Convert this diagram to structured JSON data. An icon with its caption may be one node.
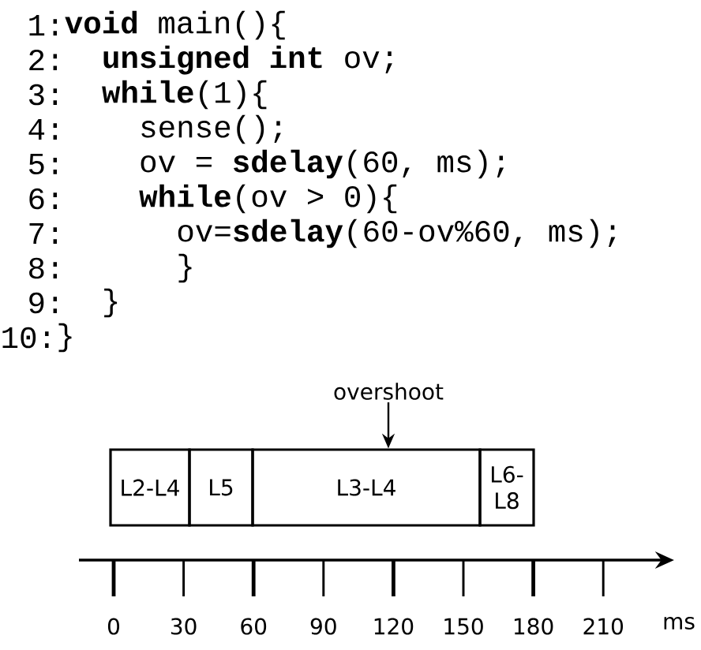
{
  "diagram": {
    "nodes": [
      {
        "text": [
          "L2-L4"
        ]
      },
      {
        "text": [
          "L5"
        ]
      },
      {
        "text": [
          "L3-L4"
        ]
      },
      {
        "text": [
          "L6-L8"
        ]
      },
      {
        "text": [
          "overshoot"
        ]
      }
    ],
    "edges": [
      {
        "from": 4,
        "to": 2,
        "arrow": "to"
      }
    ],
    "labels": [
      "1:",
      "**void** main(){",
      "2:",
      "**unsigned int** ov;",
      "3:",
      "**while**(1){",
      "4:",
      "sense();",
      "5:",
      "ov = **sdelay**(60, ms);",
      "6:",
      "**while**(ov > 0){",
      "7:",
      "ov=**sdelay**(60-ov%60, ms);",
      "8:",
      "}",
      "9:",
      "}",
      "10:",
      "}",
      "0",
      "30",
      "60",
      "90",
      "120",
      "150",
      "180",
      "210",
      "ms"
    ]
  }
}
